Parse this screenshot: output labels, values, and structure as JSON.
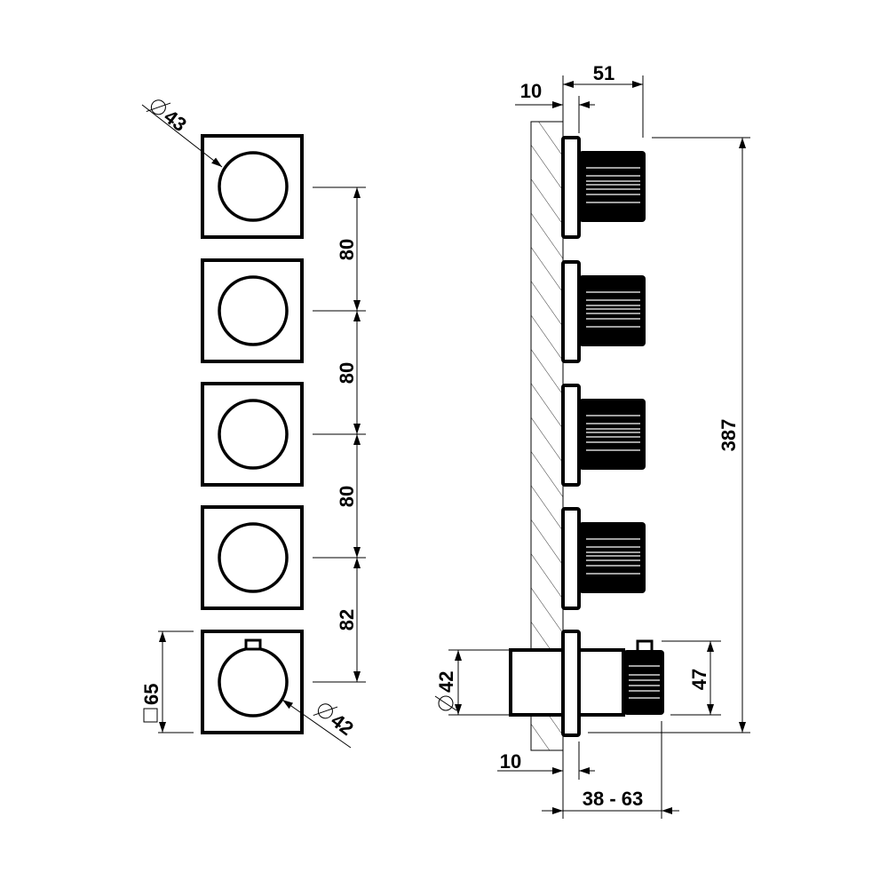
{
  "front_view": {
    "knob_diameter_label": "43",
    "plate_size_label": "65",
    "handle_diameter_label": "42",
    "spacings": [
      "80",
      "80",
      "80",
      "82"
    ]
  },
  "side_view": {
    "wall_thickness_label": "10",
    "knob_depth_label": "51",
    "total_height_label": "387",
    "thermostat_height_label": "47",
    "cylinder_diameter_label": "42",
    "plate_thickness_label": "10",
    "adjustable_depth_label": "38 - 63"
  },
  "colors": {
    "line": "#000000",
    "background": "#ffffff"
  }
}
